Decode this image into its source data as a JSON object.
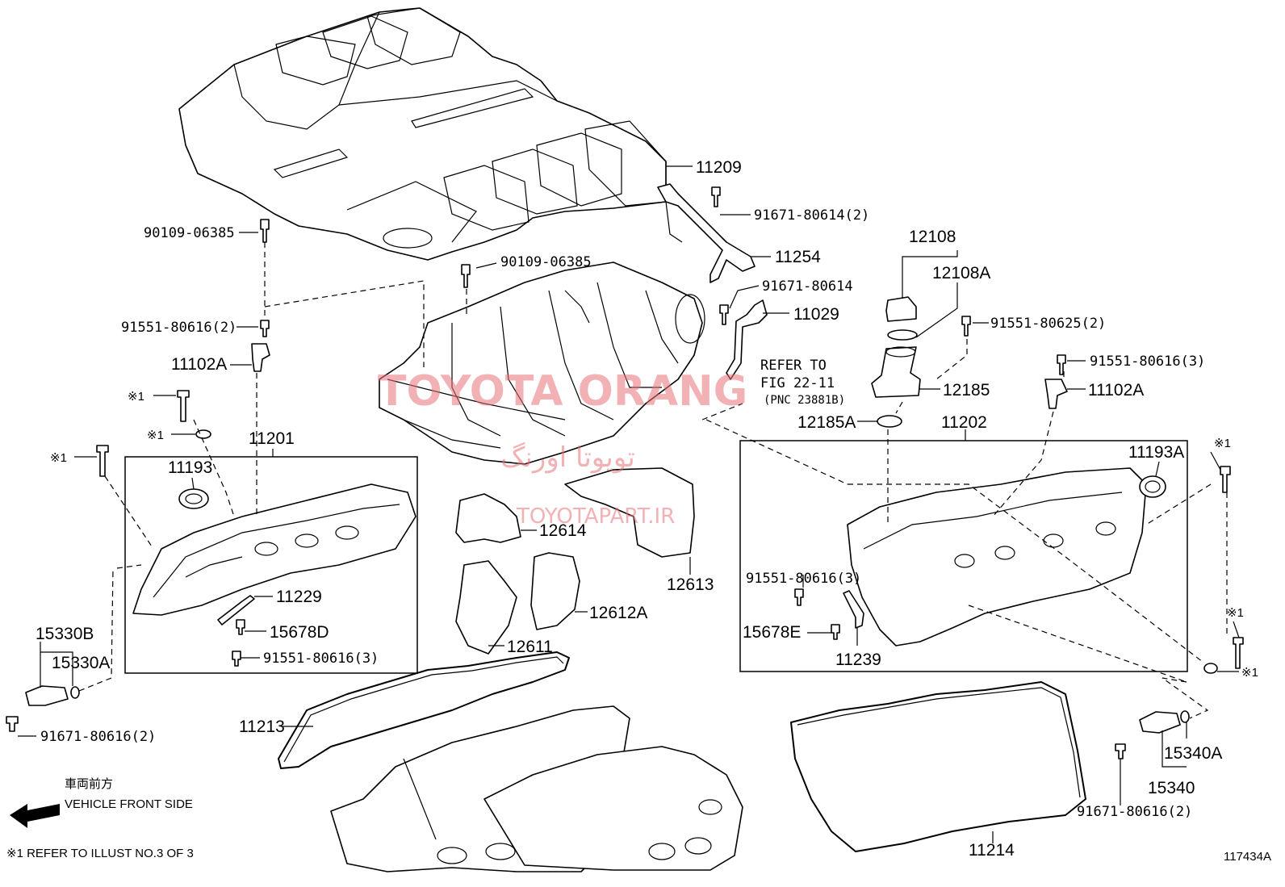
{
  "labels": {
    "p11209": "11209",
    "p90109a": "90109-06385",
    "p90109b": "90109-06385",
    "p91671_2": "91671-80614(2)",
    "p11254": "11254",
    "p91671": "91671-80614",
    "p11029": "11029",
    "p12108": "12108",
    "p12108A": "12108A",
    "p91551_625": "91551-80625(2)",
    "p91551_2": "91551-80616(2)",
    "p11102A_l": "11102A",
    "p91551_3r": "91551-80616(3)",
    "p11102A_r": "11102A",
    "p12185": "12185",
    "p12185A": "12185A",
    "p11202": "11202",
    "p11201": "11201",
    "p11193_l": "11193",
    "p11193A": "11193A",
    "p12614": "12614",
    "p12613": "12613",
    "p12612A": "12612A",
    "p12611": "12611",
    "p11229": "11229",
    "p15678D": "15678D",
    "p91551_3l": "91551-80616(3)",
    "p91551_3m": "91551-80616(3)",
    "p15678E": "15678E",
    "p11239": "11239",
    "p15330B": "15330B",
    "p15330A": "15330A",
    "p91671_616l": "91671-80616(2)",
    "p11213": "11213",
    "p11214": "11214",
    "p15340A": "15340A",
    "p15340": "15340",
    "p91671_616r": "91671-80616(2)",
    "ref1": "※1",
    "ref2": "※1",
    "ref3": "※1",
    "ref4": "※1",
    "ref5": "※1",
    "ref6": "※1"
  },
  "refer": {
    "line1": "REFER TO",
    "line2": "FIG 22-11",
    "line3": "(PNC 23881B)"
  },
  "front": {
    "jp": "車両前方",
    "en": "VEHICLE FRONT SIDE"
  },
  "footnote": "※1  REFER TO ILLUST NO.3 OF 3",
  "figure_id": "117434A",
  "watermark": {
    "main": "TOYOTA ORANG",
    "arabic": "تویوتا اورنگ",
    "url": "TOYOTAPART.IR"
  }
}
